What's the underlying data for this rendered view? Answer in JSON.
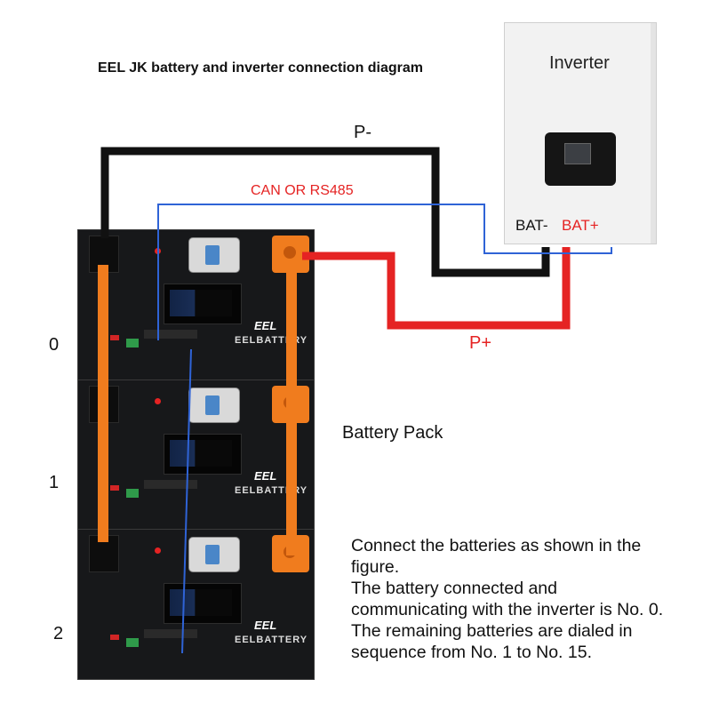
{
  "title": "EEL JK battery and inverter connection diagram",
  "inverter": {
    "label": "Inverter",
    "bat_minus": "BAT-",
    "bat_plus": "BAT+"
  },
  "wires": {
    "p_minus": "P-",
    "p_plus": "P+",
    "comm": "CAN OR RS485"
  },
  "battery_pack": {
    "label": "Battery Pack",
    "brand": "EELBATTERY",
    "logo": "EEL",
    "indices": [
      "0",
      "1",
      "2"
    ]
  },
  "note": {
    "lines": [
      "Connect the batteries as shown in the",
      "figure.",
      "The battery connected and",
      "communicating with the inverter is No. 0.",
      "The remaining batteries are dialed in",
      "sequence from No. 1 to No. 15."
    ]
  },
  "colors": {
    "negative": "#111111",
    "positive": "#e52323",
    "comm": "#2f63d6",
    "busbar": "#f07c1e"
  }
}
